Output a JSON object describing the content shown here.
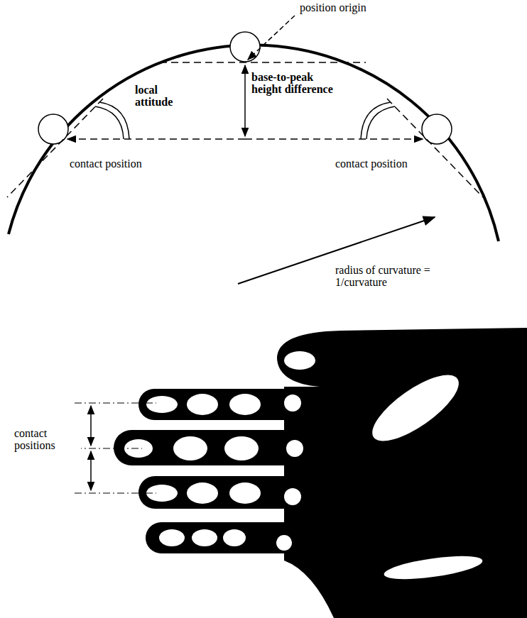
{
  "diagram": {
    "labels": [
      "position origin",
      "base-to-peak height difference",
      "local attitude",
      "contact position",
      "contact position",
      "radius of curvature = 1/curvature",
      "contact positions"
    ]
  }
}
